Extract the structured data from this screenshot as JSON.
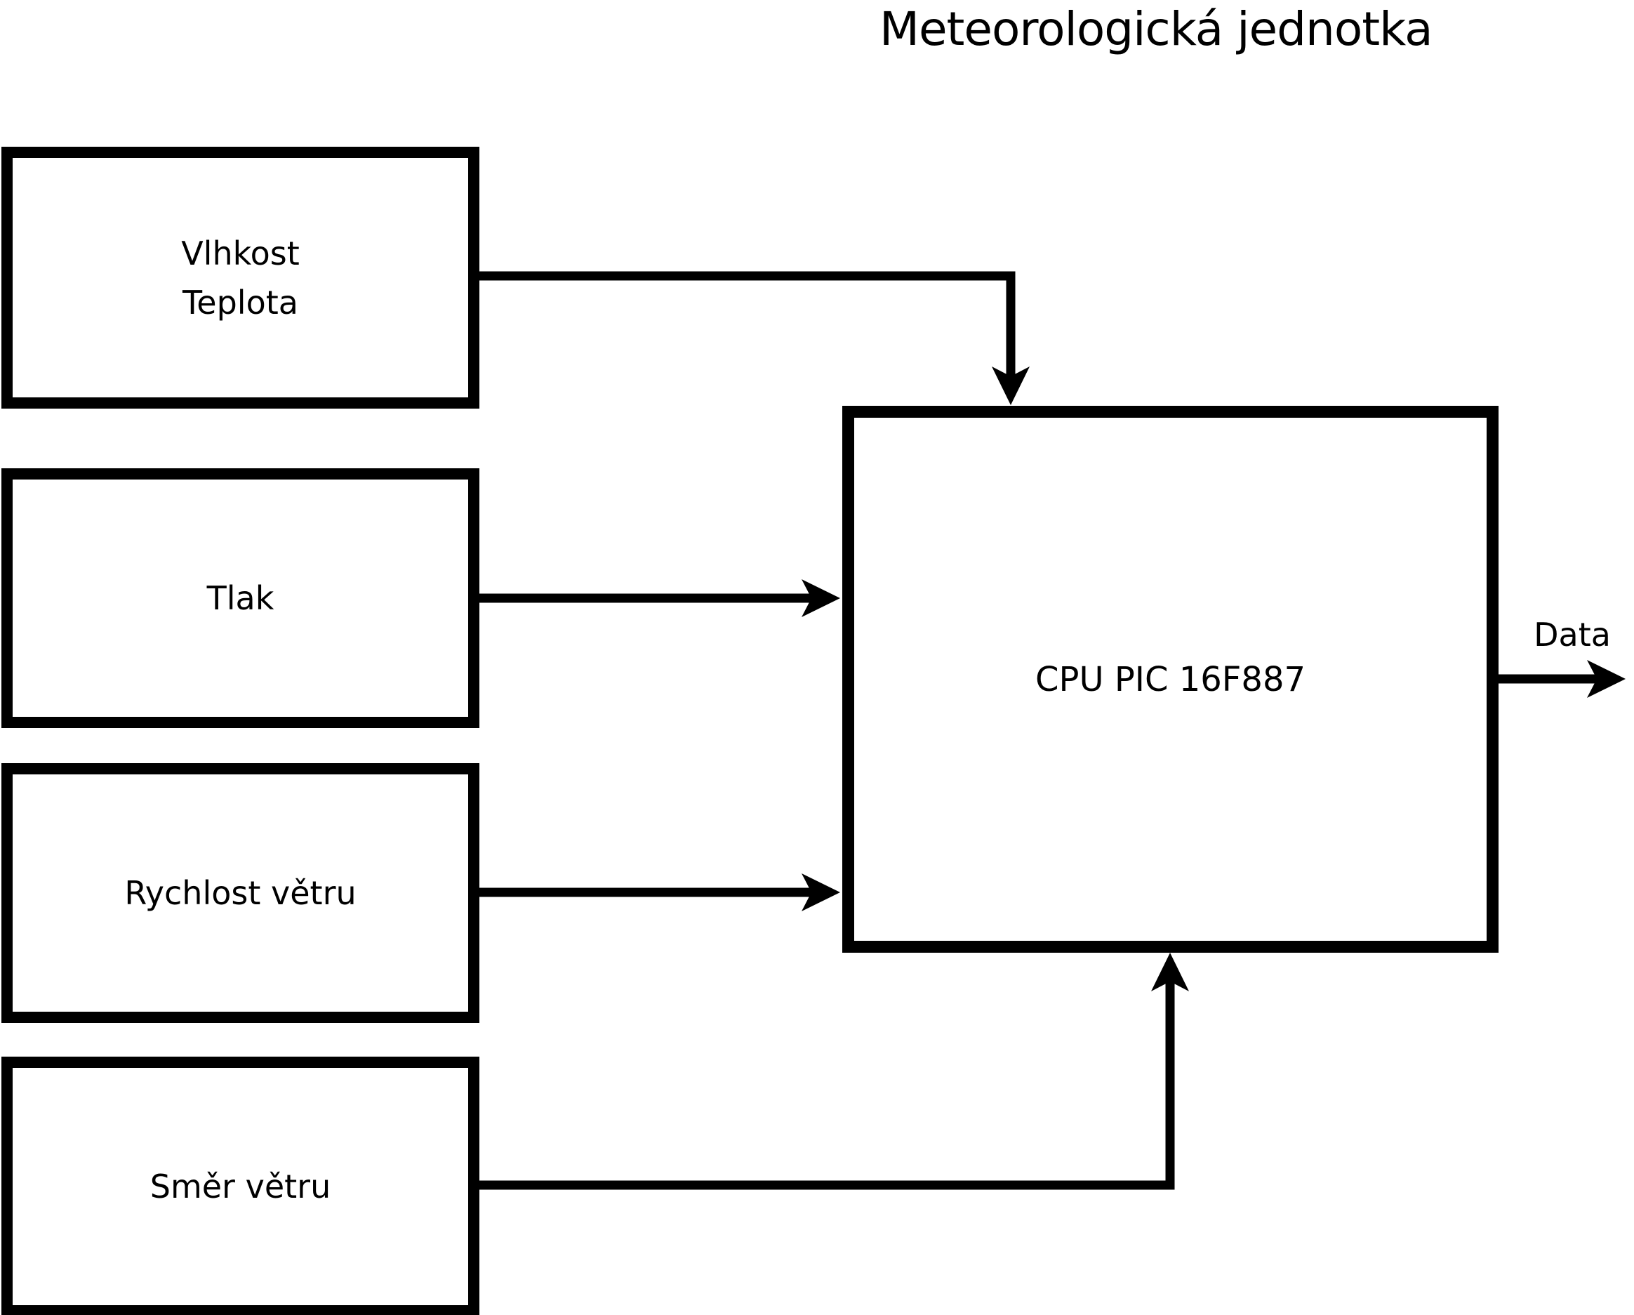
{
  "title": "Meteorologická jednotka",
  "blocks": {
    "sensor1": {
      "label_line1": "Vlhkost",
      "label_line2": "Teplota"
    },
    "sensor2": {
      "label": "Tlak"
    },
    "sensor3": {
      "label": "Rychlost větru"
    },
    "sensor4": {
      "label": "Směr větru"
    },
    "cpu": {
      "label": "CPU PIC 16F887"
    }
  },
  "output": {
    "label": "Data"
  },
  "colors": {
    "line": "#000000",
    "background": "#ffffff"
  }
}
